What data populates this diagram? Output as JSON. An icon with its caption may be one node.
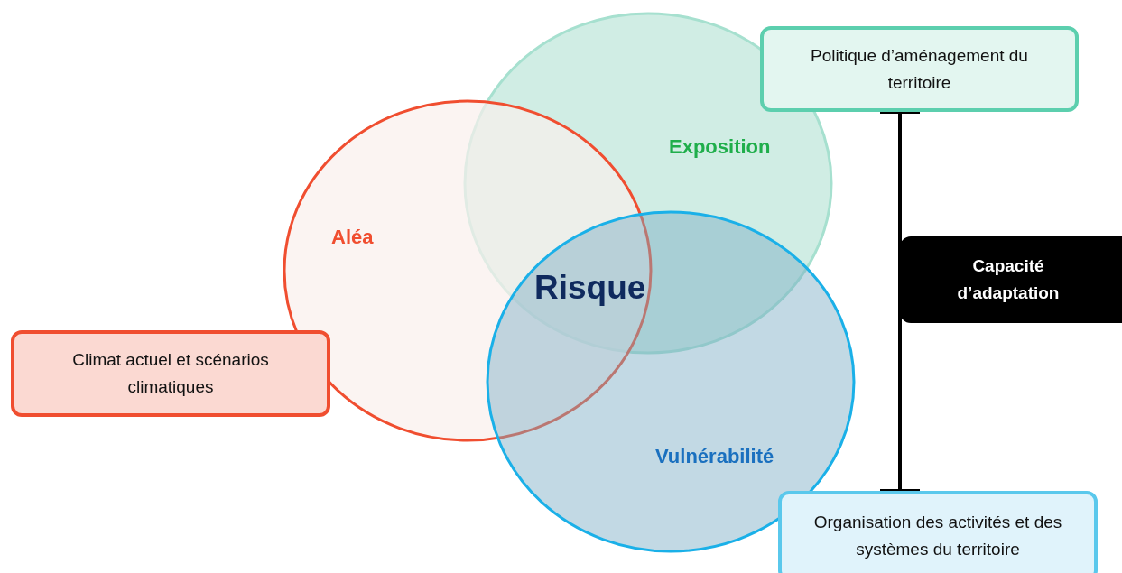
{
  "diagram": {
    "nodes": [
      {
        "text": [
          "Exposition"
        ]
      },
      {
        "text": [
          "Politique d’aménagement du territoire"
        ]
      },
      {
        "text": [
          "Aléa"
        ]
      },
      {
        "text": [
          "Vulnérabilité"
        ]
      },
      {
        "text": [
          "Capacité d’adaptation"
        ]
      },
      {
        "text": [
          "Climat actuel et scénarios climatiques"
        ]
      },
      {
        "text": [
          "Organisation des activités et des systèmes du territoire"
        ]
      }
    ],
    "edges": [
      {
        "from": 1,
        "to": 6,
        "arrow": "other"
      }
    ],
    "labels": [
      "Risque"
    ]
  }
}
